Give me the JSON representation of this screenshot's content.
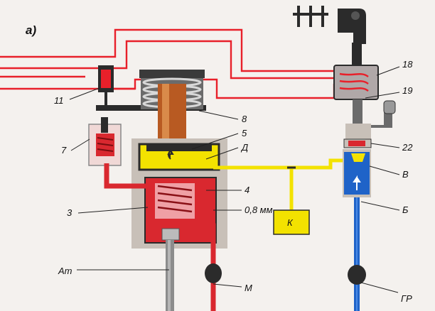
{
  "figure_label": "а)",
  "labels": {
    "n18": "18",
    "n19": "19",
    "n22": "22",
    "n11": "11",
    "n8": "8",
    "n5": "5",
    "nD": "Д",
    "n7": "7",
    "n4": "4",
    "n3": "3",
    "gap": "0,8 мм",
    "nV": "В",
    "nB": "Б",
    "nK": "К",
    "nAt": "Ат",
    "nM": "М",
    "nGR": "ГР"
  },
  "colors": {
    "wire": "#e8202a",
    "oil": "#d9282f",
    "air": "#f3e200",
    "brake_line": "#1f63c8",
    "housing": "#c8c0b8",
    "coil": "#b85a22",
    "dark": "#2b2b2b"
  }
}
